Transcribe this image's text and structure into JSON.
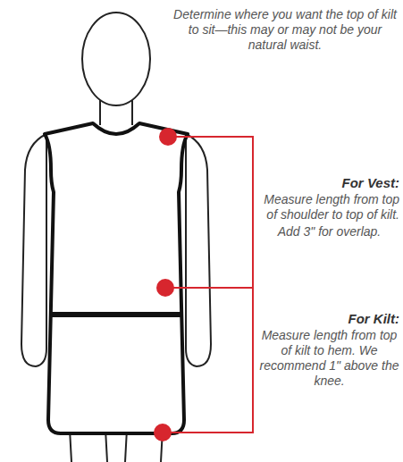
{
  "diagram": {
    "labels": [
      "Determine where you want the top of kilt to sit—this may or may not be your natural waist.",
      "For Vest:",
      "Measure length from top of shoulder to top of kilt.",
      "Add 3\" for overlap.",
      "For Kilt:",
      "Measure length from top of kilt to hem. We recommend 1\" above the knee."
    ]
  }
}
